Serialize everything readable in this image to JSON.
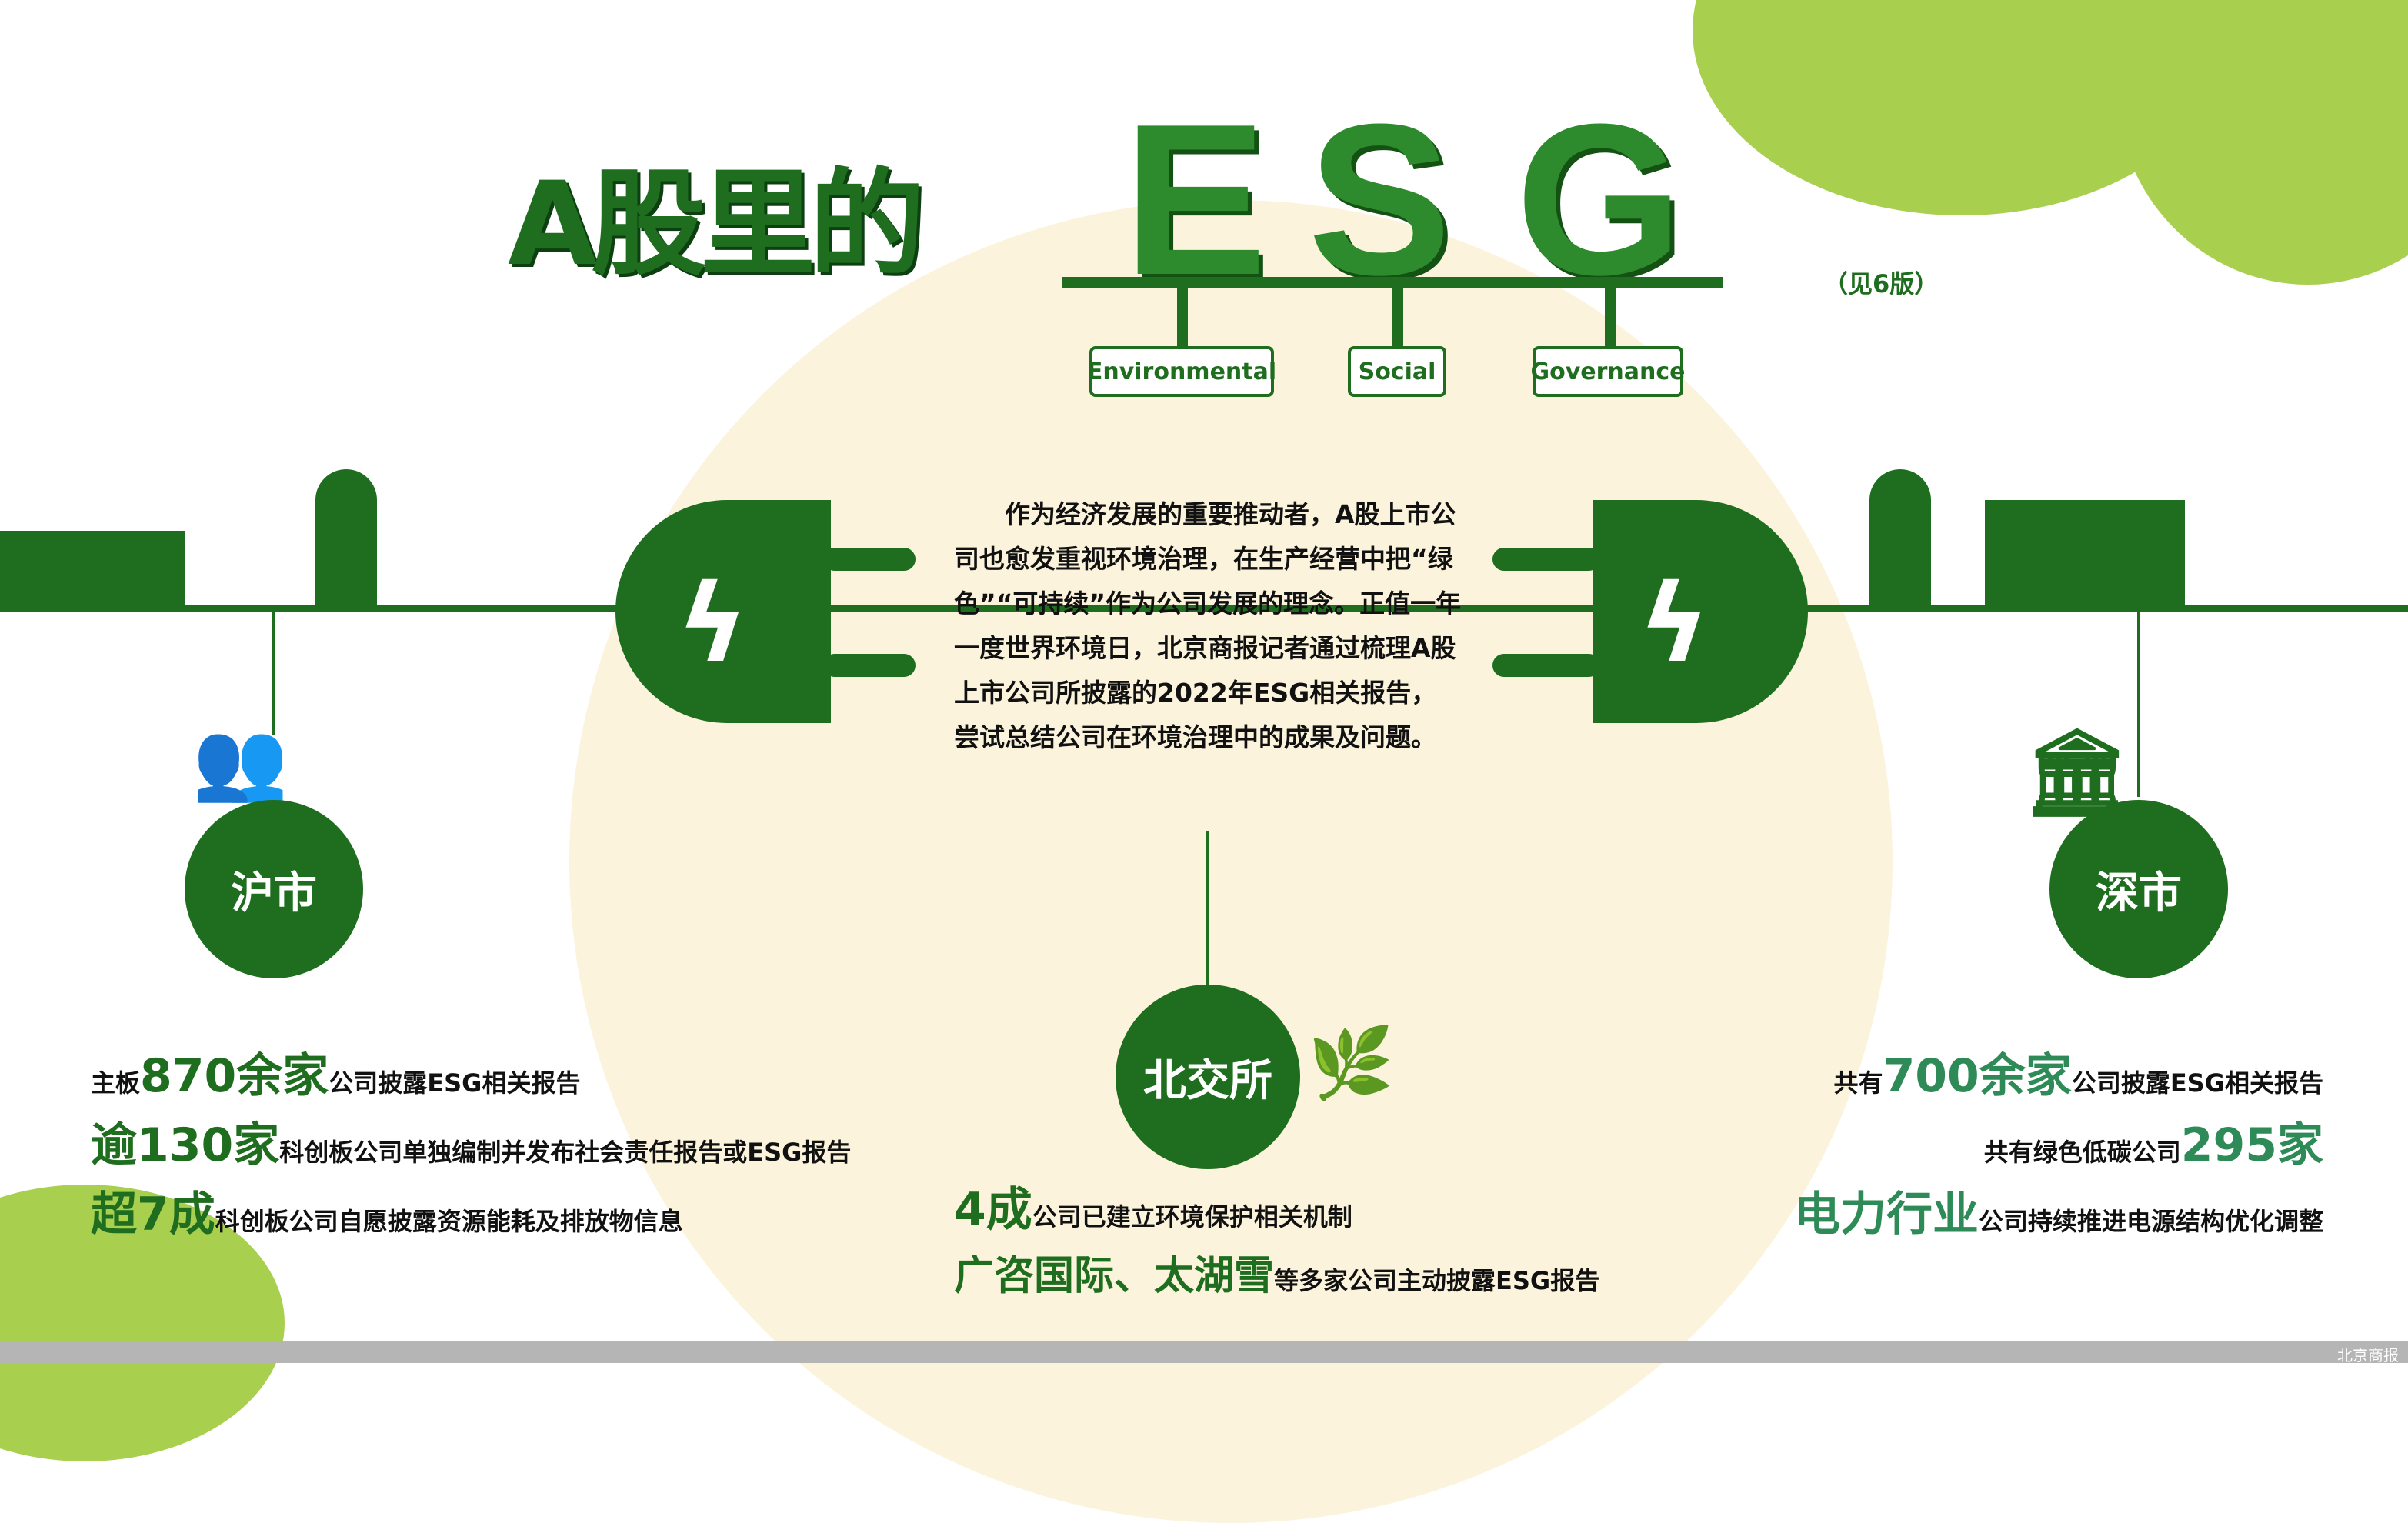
{
  "title": {
    "prefix": "A股里的",
    "letters": [
      "E",
      "S",
      "G"
    ],
    "see_page": "（见6版）"
  },
  "pillars": [
    "Environmental",
    "Social",
    "Governance"
  ],
  "intro": "作为经济发展的重要推动者，A股上市公司也愈发重视环境治理，在生产经营中把“绿色”“可持续”作为公司发展的理念。正值一年一度世界环境日，北京商报记者通过梳理A股上市公司所披露的2022年ESG相关报告，尝试总结公司在环境治理中的成果及问题。",
  "markets": {
    "sh": {
      "name": "沪市",
      "stats": [
        {
          "pre": "主板",
          "num": "870余家",
          "post": "公司披露ESG相关报告"
        },
        {
          "pre": "",
          "num": "逾130家",
          "post": "科创板公司单独编制并发布社会责任报告或ESG报告"
        },
        {
          "pre": "",
          "num": "超7成",
          "post": "科创板公司自愿披露资源能耗及排放物信息"
        }
      ]
    },
    "bj": {
      "name": "北交所",
      "stats": [
        {
          "pre": "",
          "num": "4成",
          "post": "公司已建立环境保护相关机制"
        },
        {
          "pre": "",
          "num": "广咨国际、太湖雪",
          "post": "等多家公司主动披露ESG报告"
        }
      ]
    },
    "sz": {
      "name": "深市",
      "stats": [
        {
          "pre": "共有",
          "num": "700余家",
          "post": "公司披露ESG相关报告"
        },
        {
          "pre": "共有绿色低碳公司",
          "num": "295家",
          "post": ""
        },
        {
          "pre": "",
          "num": "电力行业",
          "post": "公司持续推进电源结构优化调整"
        }
      ]
    }
  },
  "source": "北京商报",
  "colors": {
    "dark_green": "#1f6e1f",
    "light_green": "#a9cf4f",
    "beige": "#fbf3dc"
  }
}
